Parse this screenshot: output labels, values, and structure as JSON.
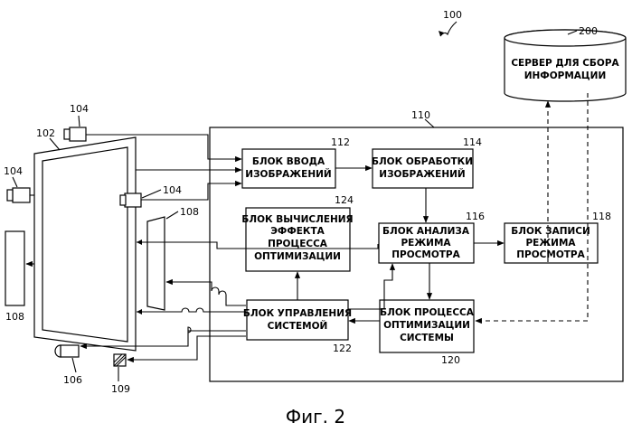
{
  "figure_ref": "100",
  "caption": "Фиг. 2",
  "server": {
    "ref": "200",
    "line1": "СЕРВЕР ДЛЯ СБОРА",
    "line2": "ИНФОРМАЦИИ"
  },
  "system_ref": "110",
  "blocks": {
    "image_input": {
      "ref": "112",
      "line1": "БЛОК ВВОДА",
      "line2": "ИЗОБРАЖЕНИЙ"
    },
    "image_processing": {
      "ref": "114",
      "line1": "БЛОК ОБРАБОТКИ",
      "line2": "ИЗОБРАЖЕНИЙ"
    },
    "effect_calc": {
      "ref": "124",
      "line1": "БЛОК ВЫЧИСЛЕНИЯ",
      "line2": "ЭФФЕКТА",
      "line3": "ПРОЦЕССА",
      "line4": "ОПТИМИЗАЦИИ"
    },
    "mode_analysis": {
      "ref": "116",
      "line1": "БЛОК АНАЛИЗА",
      "line2": "РЕЖИМА",
      "line3": "ПРОСМОТРА"
    },
    "mode_record": {
      "ref": "118",
      "line1": "БЛОК ЗАПИСИ",
      "line2": "РЕЖИМА",
      "line3": "ПРОСМОТРА"
    },
    "system_control": {
      "ref": "122",
      "line1": "БЛОК УПРАВЛЕНИЯ",
      "line2": "СИСТЕМОЙ"
    },
    "optimization": {
      "ref": "120",
      "line1": "БЛОК ПРОЦЕССА",
      "line2": "ОПТИМИЗАЦИИ",
      "line3": "СИСТЕМЫ"
    }
  },
  "refs": {
    "display": "102",
    "camera_top": "104",
    "camera_left": "104",
    "camera_right": "104",
    "panel_right": "108",
    "panel_left": "108",
    "device_106": "106",
    "device_109": "109"
  }
}
